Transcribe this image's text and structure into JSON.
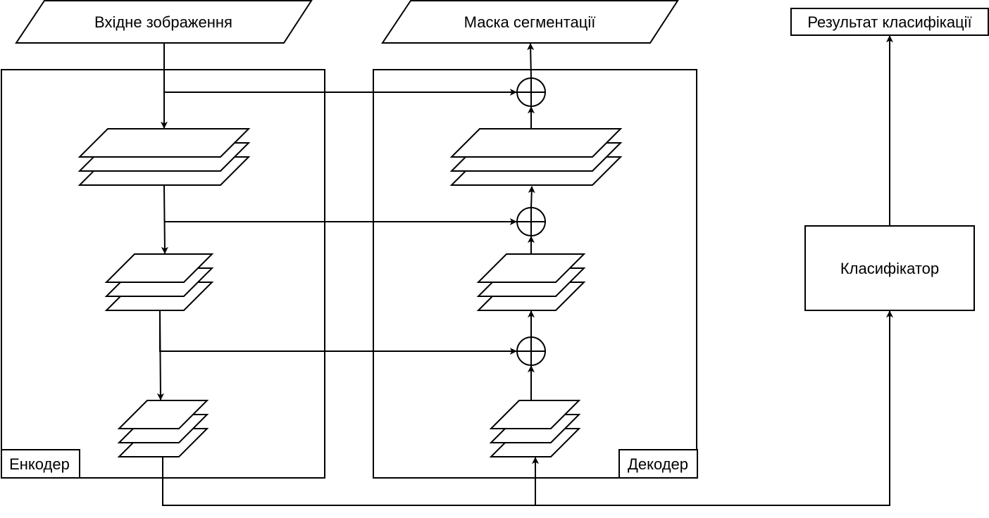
{
  "labels": {
    "input_image": "Вхідне зображення",
    "segmentation_mask": "Маска сегментації",
    "classification_result": "Результат класифікації",
    "classifier": "Класифікатор",
    "encoder": "Енкодер",
    "decoder": "Декодер"
  },
  "colors": {
    "stroke": "#000000",
    "background": "#ffffff"
  }
}
